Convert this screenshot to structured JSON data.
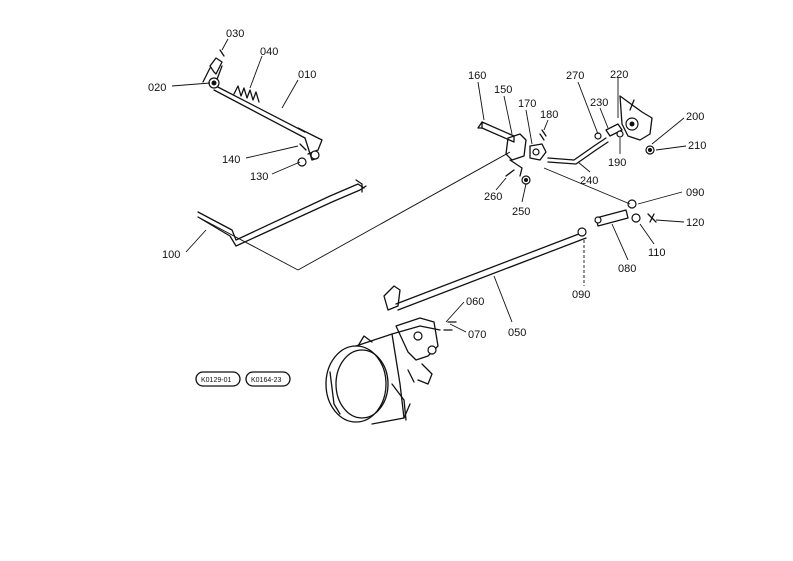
{
  "callouts": {
    "c030": "030",
    "c040": "040",
    "c020": "020",
    "c010": "010",
    "c140": "140",
    "c130": "130",
    "c100": "100",
    "c160": "160",
    "c150": "150",
    "c170": "170",
    "c180": "180",
    "c270": "270",
    "c220": "220",
    "c230": "230",
    "c200": "200",
    "c210": "210",
    "c190": "190",
    "c240": "240",
    "c260": "260",
    "c250": "250",
    "c090a": "090",
    "c120": "120",
    "c110": "110",
    "c080": "080",
    "c090b": "090",
    "c060": "060",
    "c070": "070",
    "c050": "050"
  },
  "stamps": {
    "left": "K0129-01",
    "right": "K0164-23"
  }
}
